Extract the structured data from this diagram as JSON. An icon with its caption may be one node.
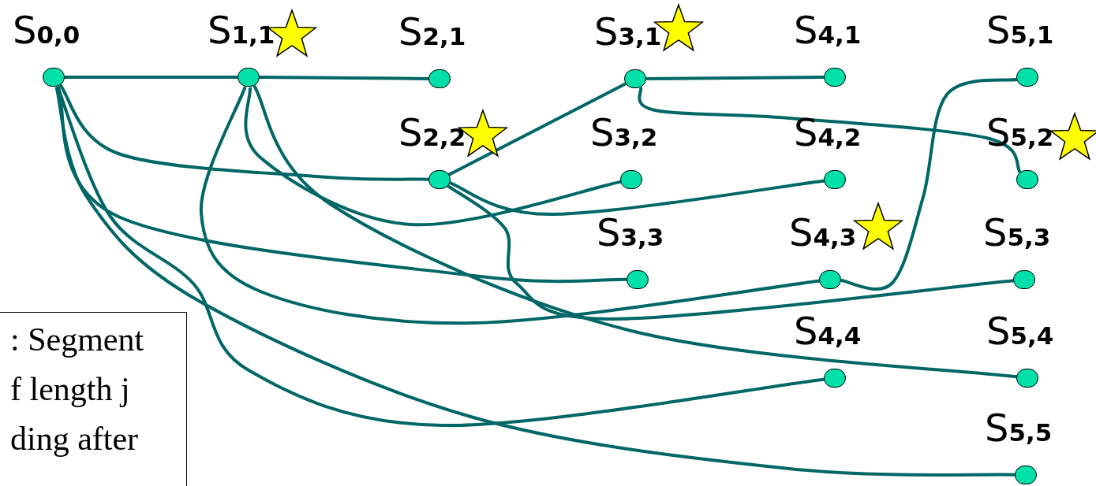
{
  "diagram": {
    "nodes": [
      {
        "text": [
          "S$_{0,0}$"
        ]
      },
      {
        "text": [
          "S$_{1,1}$"
        ]
      },
      {
        "text": [
          "S$_{2,1}$"
        ]
      },
      {
        "text": [
          "S$_{3,1}$"
        ]
      },
      {
        "text": [
          "S$_{4,1}$"
        ]
      },
      {
        "text": [
          "S$_{5,1}$"
        ]
      },
      {
        "text": [
          "S$_{2,2}$"
        ]
      },
      {
        "text": [
          "S$_{3,2}$"
        ]
      },
      {
        "text": [
          "S$_{4,2}$"
        ]
      },
      {
        "text": [
          "S$_{5,2}$"
        ]
      },
      {
        "text": [
          "S$_{3,3}$"
        ]
      },
      {
        "text": [
          "S$_{4,3}$"
        ]
      },
      {
        "text": [
          "S$_{5,3}$"
        ]
      },
      {
        "text": [
          "S$_{4,4}$"
        ]
      },
      {
        "text": [
          "S$_{5,4}$"
        ]
      },
      {
        "text": [
          "S$_{5,5}$"
        ]
      },
      {
        "text": [
          ": Segment f length j ding after"
        ]
      }
    ],
    "edges": [
      {
        "from": 0,
        "to": 1,
        "arrow": "none"
      },
      {
        "from": 1,
        "to": 2,
        "arrow": "none"
      },
      {
        "from": 3,
        "to": 4,
        "arrow": "none"
      },
      {
        "from": 6,
        "to": 3,
        "arrow": "none"
      },
      {
        "from": 0,
        "to": 6,
        "arrow": "none"
      },
      {
        "from": 0,
        "to": 10,
        "arrow": "none"
      },
      {
        "from": 0,
        "to": 13,
        "arrow": "none"
      },
      {
        "from": 0,
        "to": 15,
        "arrow": "none"
      },
      {
        "from": 1,
        "to": 11,
        "arrow": "none"
      },
      {
        "from": 1,
        "to": 7,
        "arrow": "none"
      },
      {
        "from": 1,
        "to": 14,
        "arrow": "none"
      },
      {
        "from": 6,
        "to": 8,
        "arrow": "none"
      },
      {
        "from": 6,
        "to": 12,
        "arrow": "none"
      },
      {
        "from": 3,
        "to": 9,
        "arrow": "none"
      },
      {
        "from": 11,
        "to": 5,
        "arrow": "none"
      }
    ]
  }
}
